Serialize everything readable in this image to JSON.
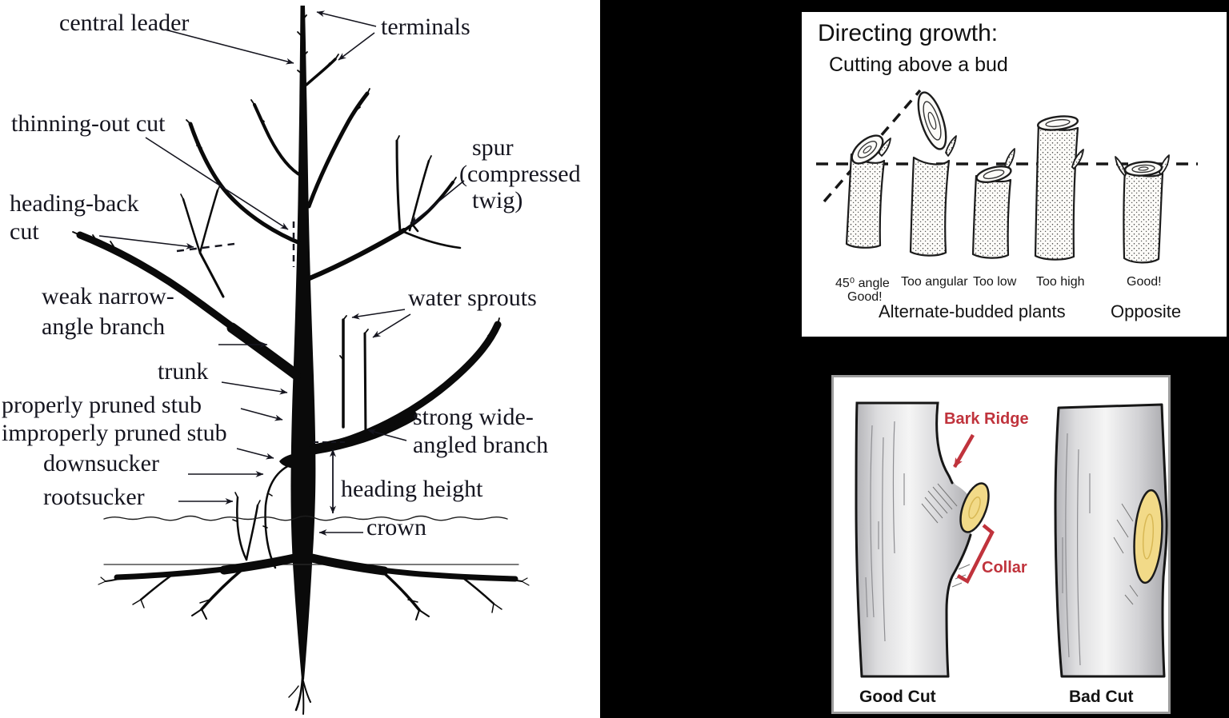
{
  "colors": {
    "background": "#000000",
    "panel": "#ffffff",
    "ink": "#15151f",
    "annotation_red": "#c0333c",
    "cut_face_yellow": "#f2da88"
  },
  "left_diagram": {
    "labels": {
      "central_leader": "central leader",
      "terminals": "terminals",
      "thinning_out_cut": "thinning-out cut",
      "spur_1": "spur",
      "spur_2": "(compressed",
      "spur_3": "twig)",
      "heading_back_1": "heading-back",
      "heading_back_2": "cut",
      "weak_1": "weak narrow-",
      "weak_2": "angle branch",
      "water_sprouts": "water sprouts",
      "trunk": "trunk",
      "properly_pruned_stub": "properly pruned stub",
      "improperly_pruned_stub": "improperly pruned stub",
      "downsucker": "downsucker",
      "rootsucker": "rootsucker",
      "strong_1": "strong wide-",
      "strong_2": "angled branch",
      "heading_height": "heading height",
      "crown": "crown"
    }
  },
  "directing_growth": {
    "title": "Directing growth:",
    "subtitle": "Cutting above a bud",
    "cut_labels": {
      "angle45": "45⁰ angle",
      "angle45_b": "Good!",
      "too_angular": "Too angular",
      "too_low": "Too low",
      "too_high": "Too high",
      "good": "Good!"
    },
    "captions": {
      "alternate": "Alternate-budded plants",
      "opposite": "Opposite"
    }
  },
  "branch_cut": {
    "annotations": {
      "bark_ridge": "Bark Ridge",
      "collar": "Collar"
    },
    "captions": {
      "good": "Good Cut",
      "bad": "Bad Cut"
    }
  }
}
